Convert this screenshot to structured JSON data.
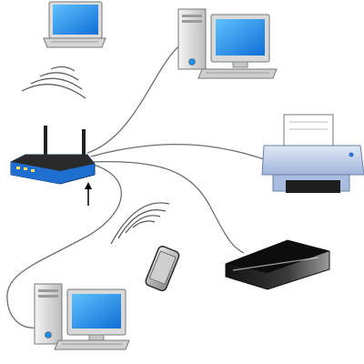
{
  "diagram": {
    "type": "home-network",
    "hub": {
      "icon": "wireless-router-icon"
    },
    "devices": [
      {
        "id": "laptop",
        "icon": "laptop-icon",
        "link": "wireless"
      },
      {
        "id": "desktop-top",
        "icon": "desktop-computer-icon",
        "link": "cable"
      },
      {
        "id": "printer",
        "icon": "printer-icon",
        "link": "cable"
      },
      {
        "id": "smartphone",
        "icon": "smartphone-icon",
        "link": "wireless"
      },
      {
        "id": "game-console",
        "icon": "game-console-icon",
        "link": "cable"
      },
      {
        "id": "desktop-bottom",
        "icon": "desktop-computer-icon",
        "link": "cable"
      }
    ],
    "indicators": [
      {
        "id": "router-pointer",
        "icon": "up-arrow-icon"
      }
    ]
  },
  "colors": {
    "screen_blue": "#1d8fea",
    "router_blue": "#1f6fd0",
    "cable": "#6e6e6e",
    "case_grey": "#cfcfcf",
    "printer_blue": "#b9ccea"
  }
}
